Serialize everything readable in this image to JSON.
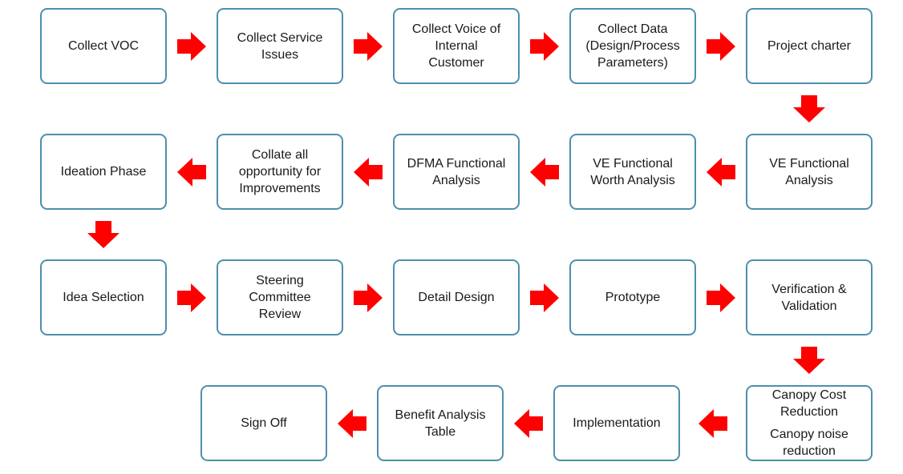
{
  "colors": {
    "box_border": "#4e8fad",
    "arrow": "#ff0000",
    "text": "#1a1a1a"
  },
  "nodes": [
    {
      "id": "collect-voc",
      "lines": [
        "Collect VOC"
      ]
    },
    {
      "id": "collect-service-issues",
      "lines": [
        "Collect Service",
        "Issues"
      ]
    },
    {
      "id": "collect-voice-internal-customer",
      "lines": [
        "Collect Voice of",
        "Internal",
        "Customer"
      ]
    },
    {
      "id": "collect-data",
      "lines": [
        "Collect Data",
        "(Design/Process",
        "Parameters)"
      ]
    },
    {
      "id": "project-charter",
      "lines": [
        "Project charter"
      ]
    },
    {
      "id": "ve-functional-analysis",
      "lines": [
        "VE Functional",
        "Analysis"
      ]
    },
    {
      "id": "ve-functional-worth-analysis",
      "lines": [
        "VE Functional",
        "Worth Analysis"
      ]
    },
    {
      "id": "dfma-functional-analysis",
      "lines": [
        "DFMA Functional",
        "Analysis"
      ]
    },
    {
      "id": "collate-opportunity",
      "lines": [
        "Collate all",
        "opportunity for",
        "Improvements"
      ]
    },
    {
      "id": "ideation-phase",
      "lines": [
        "Ideation Phase"
      ]
    },
    {
      "id": "idea-selection",
      "lines": [
        "Idea Selection"
      ]
    },
    {
      "id": "steering-committee-review",
      "lines": [
        "Steering",
        "Committee",
        "Review"
      ]
    },
    {
      "id": "detail-design",
      "lines": [
        "Detail Design"
      ]
    },
    {
      "id": "prototype",
      "lines": [
        "Prototype"
      ]
    },
    {
      "id": "verification-validation",
      "lines": [
        "Verification &",
        "Validation"
      ]
    },
    {
      "id": "canopy-reduction",
      "lines": [
        "Canopy Cost",
        "Reduction",
        "",
        "Canopy noise",
        "reduction"
      ]
    },
    {
      "id": "implementation",
      "lines": [
        "Implementation"
      ]
    },
    {
      "id": "benefit-analysis-table",
      "lines": [
        "Benefit Analysis",
        "Table"
      ]
    },
    {
      "id": "sign-off",
      "lines": [
        "Sign Off"
      ]
    }
  ],
  "edges": [
    [
      "collect-voc",
      "collect-service-issues"
    ],
    [
      "collect-service-issues",
      "collect-voice-internal-customer"
    ],
    [
      "collect-voice-internal-customer",
      "collect-data"
    ],
    [
      "collect-data",
      "project-charter"
    ],
    [
      "project-charter",
      "ve-functional-analysis"
    ],
    [
      "ve-functional-analysis",
      "ve-functional-worth-analysis"
    ],
    [
      "ve-functional-worth-analysis",
      "dfma-functional-analysis"
    ],
    [
      "dfma-functional-analysis",
      "collate-opportunity"
    ],
    [
      "collate-opportunity",
      "ideation-phase"
    ],
    [
      "ideation-phase",
      "idea-selection"
    ],
    [
      "idea-selection",
      "steering-committee-review"
    ],
    [
      "steering-committee-review",
      "detail-design"
    ],
    [
      "detail-design",
      "prototype"
    ],
    [
      "prototype",
      "verification-validation"
    ],
    [
      "verification-validation",
      "canopy-reduction"
    ],
    [
      "canopy-reduction",
      "implementation"
    ],
    [
      "implementation",
      "benefit-analysis-table"
    ],
    [
      "benefit-analysis-table",
      "sign-off"
    ]
  ]
}
